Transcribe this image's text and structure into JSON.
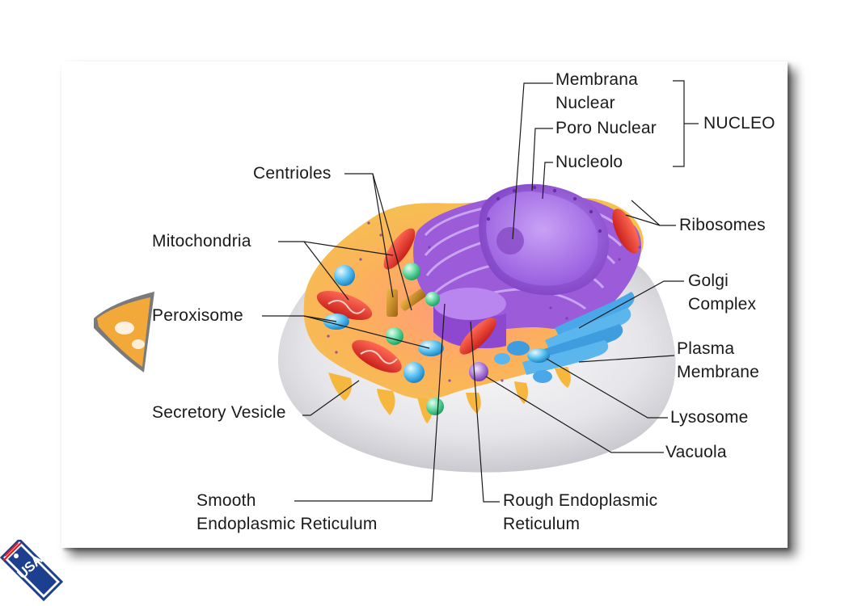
{
  "labels": {
    "membrana_nuclear": [
      "Membrana",
      "Nuclear"
    ],
    "poro_nuclear": "Poro Nuclear",
    "nucleolo": "Nucleolo",
    "nucleo": "NUCLEO",
    "centrioles": "Centrioles",
    "mitochondria": "Mitochondria",
    "ribosomes": "Ribosomes",
    "golgi_complex": [
      "Golgi",
      "Complex"
    ],
    "peroxisome": "Peroxisome",
    "plasma_membrane": [
      "Plasma",
      "Membrane"
    ],
    "lysosome": "Lysosome",
    "secretory_vesicle": "Secretory Vesicle",
    "vacuola": "Vacuola",
    "smooth_er": [
      "Smooth",
      "Endoplasmic Reticulum"
    ],
    "rough_er": [
      "Rough Endoplasmic",
      "Reticulum"
    ]
  },
  "badge": {
    "text": "USA"
  },
  "colors": {
    "cytoplasm": "#f6b73f",
    "nucleus": "#9b5fd6",
    "mitochondria": "#e5302a",
    "golgi": "#4aa8e8",
    "membrane_base": "#e9e9ec",
    "vesicle_blue": "#49b6ea",
    "vesicle_green": "#4cc98a"
  }
}
